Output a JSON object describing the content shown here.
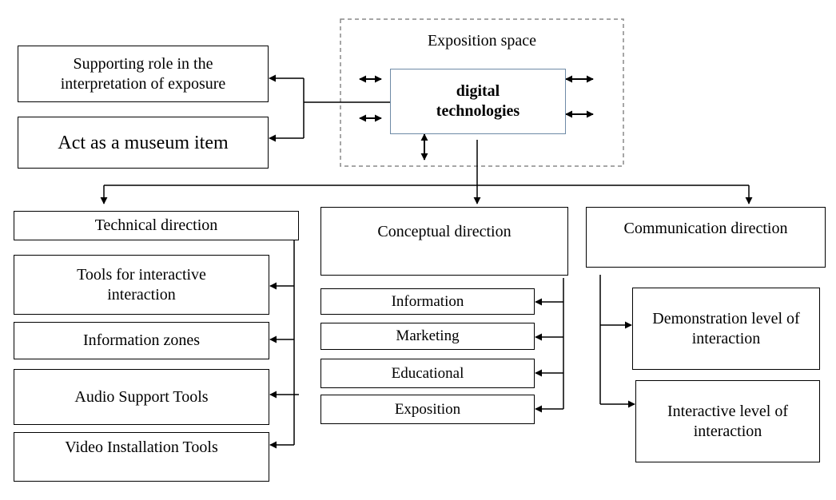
{
  "exposition_space": {
    "title": "Exposition  space"
  },
  "center": {
    "line1": "digital",
    "line2": "technologies"
  },
  "roles": {
    "supporting": {
      "line1": "Supporting role in the",
      "line2": "interpretation of exposure"
    },
    "museum_item": "Act as a museum item"
  },
  "directions": {
    "technical": {
      "title": "Technical direction",
      "items": [
        {
          "line1": "Tools for interactive",
          "line2": "interaction"
        },
        {
          "line1": "Information zones",
          "line2": ""
        },
        {
          "line1": "Audio Support Tools",
          "line2": ""
        },
        {
          "line1": "Video Installation Tools",
          "line2": ""
        }
      ]
    },
    "conceptual": {
      "title": "Conceptual direction",
      "items": [
        "Information",
        "Marketing",
        "Educational",
        "Exposition"
      ]
    },
    "communication": {
      "title": "Communication direction",
      "items": [
        {
          "line1": "Demonstration level of",
          "line2": "interaction"
        },
        {
          "line1": "Interactive level of",
          "line2": "interaction"
        }
      ]
    }
  }
}
